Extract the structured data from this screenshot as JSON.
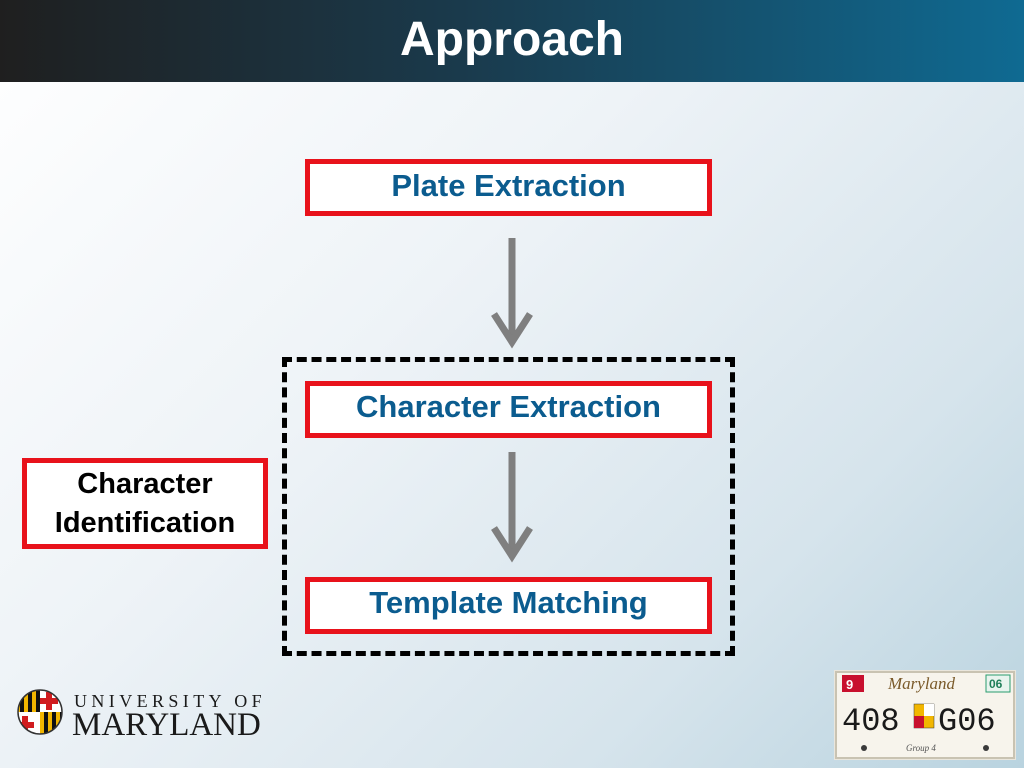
{
  "slide": {
    "title": "Approach"
  },
  "diagram": {
    "nodes": {
      "plate_extraction": "Plate Extraction",
      "character_extraction": "Character Extraction",
      "template_matching": "Template Matching",
      "character_identification_line1": "Character",
      "character_identification_line2": "Identification"
    },
    "edges": [
      {
        "from": "plate_extraction",
        "to": "character_extraction"
      },
      {
        "from": "character_extraction",
        "to": "template_matching"
      }
    ],
    "group": {
      "members": [
        "character_extraction",
        "template_matching"
      ],
      "label": "character_identification"
    }
  },
  "logo": {
    "line1": "UNIVERSITY OF",
    "line2": "MARYLAND"
  },
  "license_plate": {
    "state": "Maryland",
    "month": "9",
    "year": "06",
    "number": "408",
    "number2": "G06",
    "caption": "Group 4"
  },
  "colors": {
    "box_border": "#e8121b",
    "box_text": "#0b5c8f",
    "arrow": "#7f7f7f",
    "title_text": "#ffffff"
  }
}
